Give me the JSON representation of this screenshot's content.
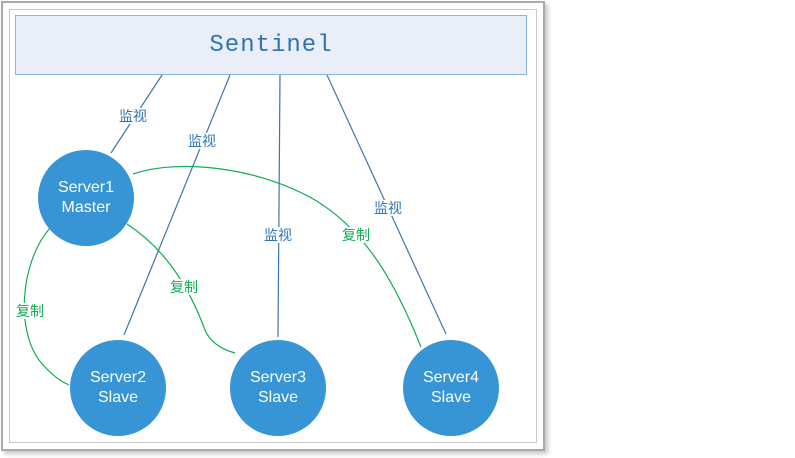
{
  "diagram": {
    "sentinel": {
      "label": "Sentinel"
    },
    "nodes": [
      {
        "name": "Server1",
        "role": "Master"
      },
      {
        "name": "Server2",
        "role": "Slave"
      },
      {
        "name": "Server3",
        "role": "Slave"
      },
      {
        "name": "Server4",
        "role": "Slave"
      }
    ],
    "edges": [
      {
        "from": "Sentinel",
        "to": "Server1",
        "label": "监视",
        "type": "monitor"
      },
      {
        "from": "Sentinel",
        "to": "Server2",
        "label": "监视",
        "type": "monitor"
      },
      {
        "from": "Sentinel",
        "to": "Server3",
        "label": "监视",
        "type": "monitor"
      },
      {
        "from": "Sentinel",
        "to": "Server4",
        "label": "监视",
        "type": "monitor"
      },
      {
        "from": "Server1",
        "to": "Server2",
        "label": "复制",
        "type": "replicate"
      },
      {
        "from": "Server1",
        "to": "Server3",
        "label": "复制",
        "type": "replicate"
      },
      {
        "from": "Server1",
        "to": "Server4",
        "label": "复制",
        "type": "replicate"
      }
    ],
    "colors": {
      "node_fill": "#3795d5",
      "monitor_line": "#3e74ab",
      "replicate_line": "#12ab56",
      "sentinel_fill": "#e9eef8",
      "sentinel_border": "#8cb5de",
      "window_border": "#a9a9a9"
    }
  }
}
